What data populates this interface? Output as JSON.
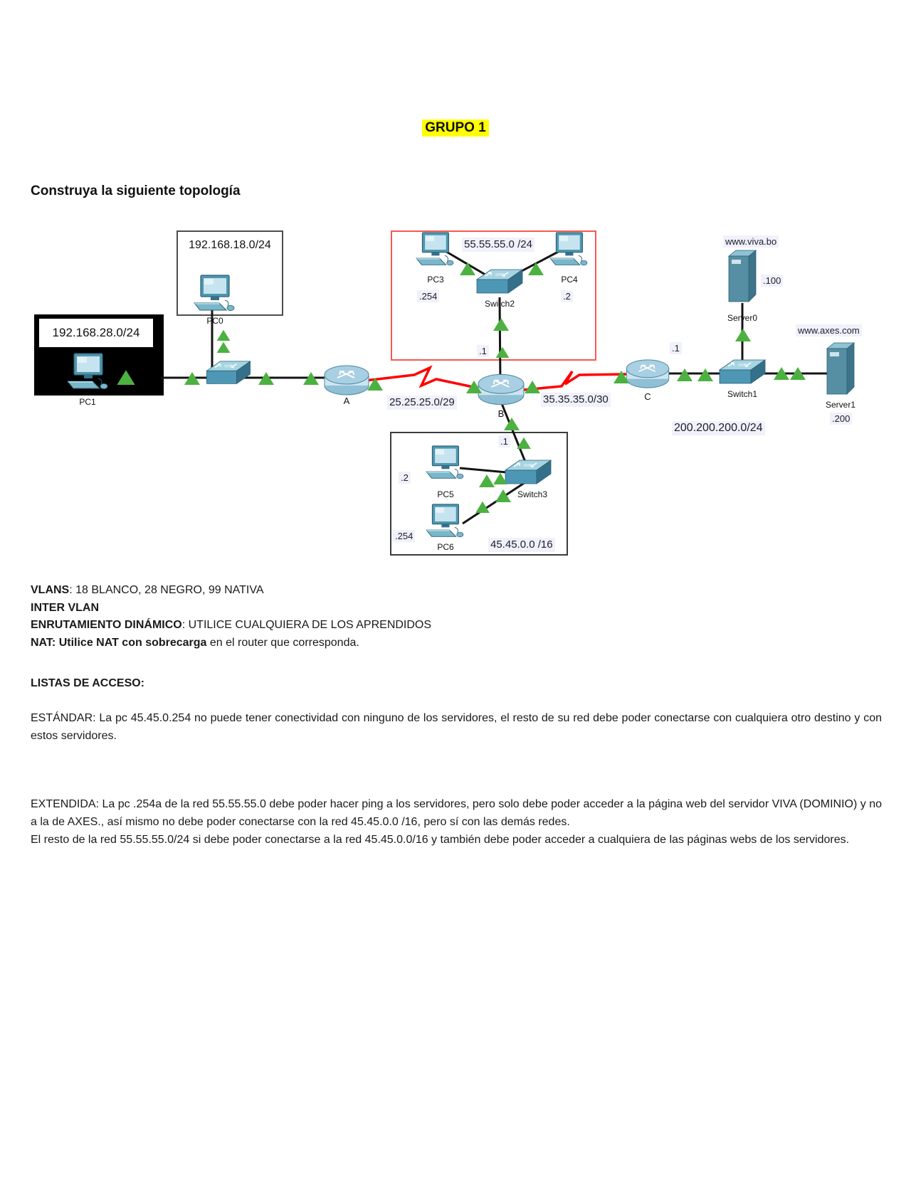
{
  "title": "GRUPO 1",
  "heading": "Construya la siguiente topología",
  "diagram": {
    "networks": {
      "net18": "192.168.18.0/24",
      "net28": "192.168.28.0/24",
      "net55": "55.55.55.0 /24",
      "net25": "25.25.25.0/29",
      "net35": "35.35.35.0/30",
      "net45": "45.45.0.0 /16",
      "net200": "200.200.200.0/24"
    },
    "devices": {
      "pc0": "PC0",
      "pc1": "PC1",
      "pc3": "PC3",
      "pc4": "PC4",
      "pc5": "PC5",
      "pc6": "PC6",
      "router_a": "A",
      "router_b": "B",
      "router_c": "C",
      "switch1": "Switch1",
      "switch2": "Switch2",
      "switch3": "Switch3",
      "server0": "Server0",
      "server1": "Server1"
    },
    "addresses": {
      "pc3": ".254",
      "pc4": ".2",
      "pc5": ".2",
      "pc6": ".254",
      "server0": ".100",
      "server1": ".200",
      "b_north": ".1",
      "b_south": ".1",
      "c_east": ".1"
    },
    "domains": {
      "viva": "www.viva.bo",
      "axes": "www.axes.com"
    },
    "colors": {
      "serial_link": "#ff0000",
      "ethernet_link": "#141414",
      "arrow_green": "#4cb140",
      "title_highlight": "#ffff00"
    }
  },
  "notes": {
    "vlans_label": "VLANS",
    "vlans_text": ": 18 BLANCO, 28 NEGRO, 99 NATIVA",
    "intervlan": "INTER VLAN",
    "routing_label": "ENRUTAMIENTO DINÁMICO",
    "routing_text": ": UTILICE CUALQUIERA DE LOS APRENDIDOS",
    "nat_label": "NAT: Utilice NAT con sobrecarga",
    "nat_text": " en el router que corresponda.",
    "acl_heading": "LISTAS DE ACCESO:",
    "standard": "ESTÁNDAR: La pc 45.45.0.254 no puede tener conectividad con ninguno de los servidores, el resto de su red debe poder conectarse con cualquiera otro destino y con estos servidores.",
    "extended_1": "EXTENDIDA: La pc .254a de la red 55.55.55.0 debe poder hacer ping a los servidores, pero solo debe poder acceder a la página web del servidor VIVA (DOMINIO) y no a la de AXES., así mismo no debe poder conectarse con la red 45.45.0.0 /16, pero sí con las demás redes.",
    "extended_2": "El resto de la red 55.55.55.0/24 si debe poder conectarse a la red 45.45.0.0/16 y también debe poder acceder a cualquiera de las páginas webs de los servidores."
  }
}
